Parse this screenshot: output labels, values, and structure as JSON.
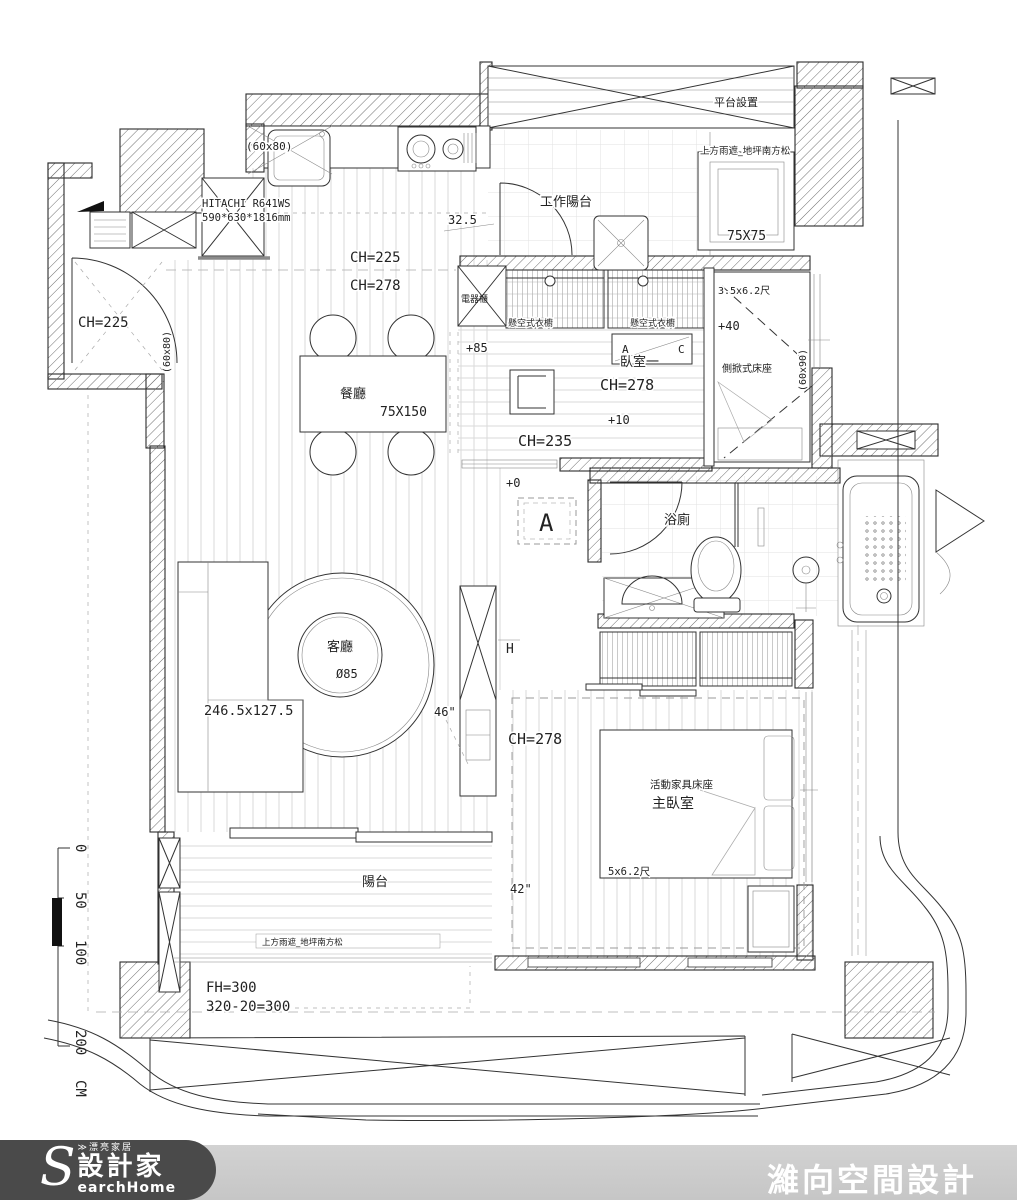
{
  "labels": {
    "kitchen_opening_size": "(60x80)",
    "fridge_model": "HITACHI R641WS",
    "fridge_size": "590*630*1816mm",
    "dim_32_5": "32.5",
    "work_balcony": "工作陽台",
    "platform_setup": "平台設置",
    "rain_shelter_top": "上方雨遮_地坪南方松",
    "window_75x75": "75X75",
    "entry_ch": "CH=225",
    "entry_door_size": "(60x80)",
    "corridor_ch_low": "CH=225",
    "corridor_ch_high": "CH=278",
    "dining_room": "餐廳",
    "dining_table_size": "75X150",
    "appliance_cabinet": "電器櫃",
    "wardrobe_left": "懸空式衣櫥",
    "wardrobe_right": "懸空式衣櫥",
    "ac_a": "A",
    "ac_c": "C",
    "bedroom1": "臥室一",
    "bedroom1_ch": "CH=278",
    "bedroom1_ch2": "CH=235",
    "level_p85": "+85",
    "level_p10": "+10",
    "level_p40": "+40",
    "level_p0": "+0",
    "bed1_size": "3.5x6.2尺",
    "side_bed": "側掀式床座",
    "side_window_size": "(60x90)",
    "section_a": "A",
    "label_h": "H",
    "bathroom": "浴廁",
    "living_room": "客廳",
    "round_table_dia": "Ø85",
    "sofa_size": "246.5x127.5",
    "tv_size": "46\"",
    "master_ch": "CH=278",
    "master_bed_note": "活動家具床座",
    "master_room": "主臥室",
    "master_bed_size": "5x6.2尺",
    "master_tv_size": "42\"",
    "balcony": "陽台",
    "rain_shelter_bottom": "上方雨遮_地坪南方松",
    "fh": "FH=300",
    "fh_calc": "320-20=300"
  },
  "scale_bar": {
    "t0": "0",
    "t50": "50",
    "t100": "100",
    "t200": "200",
    "unit": "CM"
  },
  "footer": {
    "logo_s": "S",
    "logo_tagline": "≫漂亮家居",
    "logo_cn": "設計家",
    "logo_en": "earchHome",
    "studio": "濰向空間設計"
  },
  "colors": {
    "footer_bar": "#c9c9c9",
    "badge": "#4a4a4a",
    "line": "#2b2b2b"
  }
}
